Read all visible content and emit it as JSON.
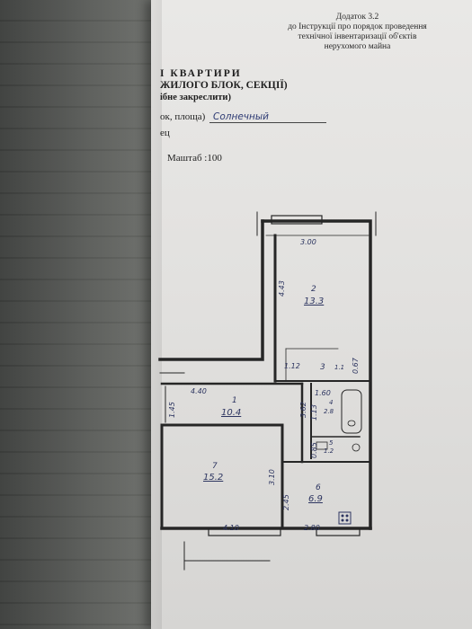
{
  "annex": {
    "line1": "Додаток 3.2",
    "line2": "до Інструкції про порядок проведення",
    "line3": "технічної інвентаризації об'єктів",
    "line4": "нерухомого майна"
  },
  "heading": {
    "line1": "І КВАРТИРИ",
    "line2": "ЖИЛОГО БЛОК, СЕКЦІЇ)",
    "line3": "ібне закреслити)"
  },
  "address": {
    "label": "ок, площа)",
    "value": "Солнечный",
    "fragment": "ец"
  },
  "scale": "Маштаб :100",
  "plan": {
    "dimensions": {
      "top_width": "3.00",
      "room2_height": "4.43",
      "balcony_width": "1.12",
      "corridor_height": "1.60",
      "bath_side": "3.62",
      "bath_small": "1.13",
      "right_side": "0.67",
      "hall_width": "4.40",
      "hall_height": "1.45",
      "wc_side": "0.85",
      "kitchen_height": "2.45",
      "room7_side": "3.10",
      "bottom_left": "4.10",
      "bottom_right": "2.80"
    },
    "rooms": [
      {
        "number": "2",
        "area": "13.3"
      },
      {
        "number": "1",
        "area": "10.4"
      },
      {
        "number": "7",
        "area": "15.2"
      },
      {
        "number": "6",
        "area": "6.9"
      },
      {
        "number": "4",
        "area": "2.8"
      },
      {
        "number": "5",
        "area": "1.2"
      },
      {
        "number": "3",
        "area": "1.1"
      }
    ]
  }
}
